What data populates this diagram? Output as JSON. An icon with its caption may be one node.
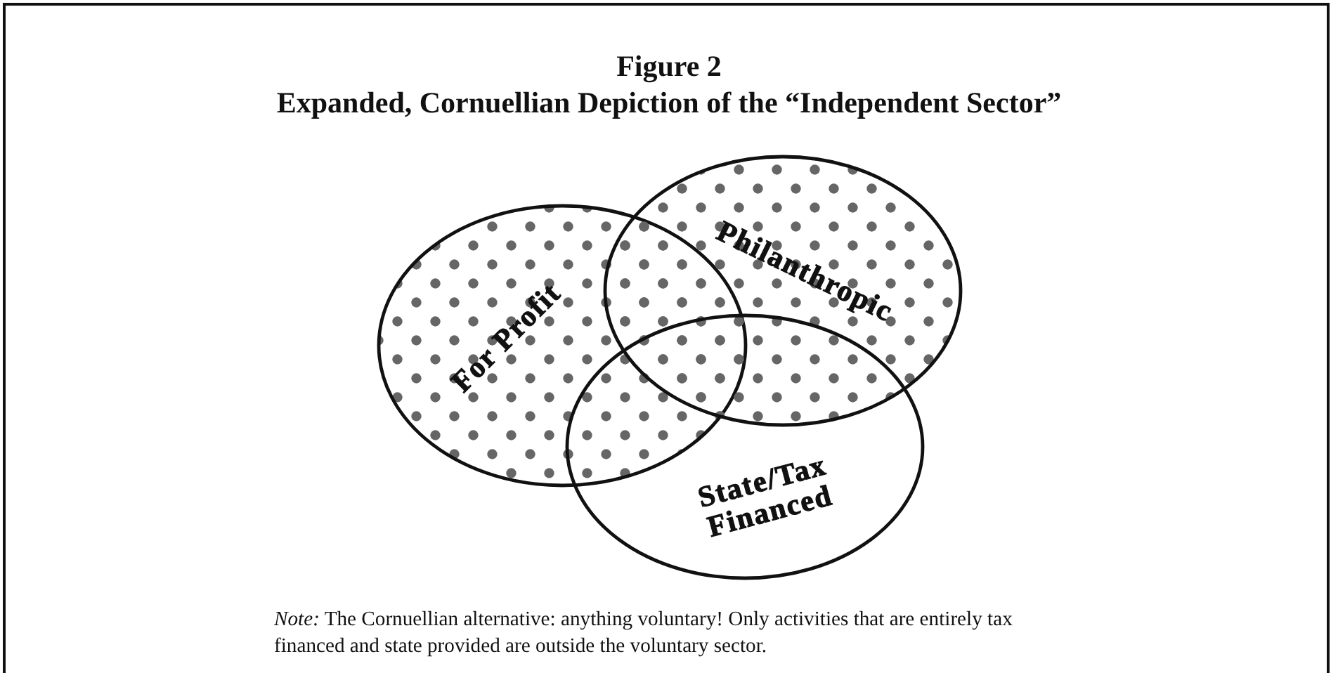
{
  "diagram": {
    "title": "Figure 2",
    "nodes": [
      {
        "text": [
          "For Profit"
        ]
      },
      {
        "text": [
          "Philanthropic"
        ]
      },
      {
        "text": [
          "State/Tax Financed"
        ]
      }
    ],
    "labels": [
      "Expanded, Cornuellian Depiction of the “Independent Sector”",
      "*Note:* The Cornuellian alternative: anything voluntary! Only activities that are entirely tax financed and state provided are outside the voluntary sector."
    ]
  }
}
